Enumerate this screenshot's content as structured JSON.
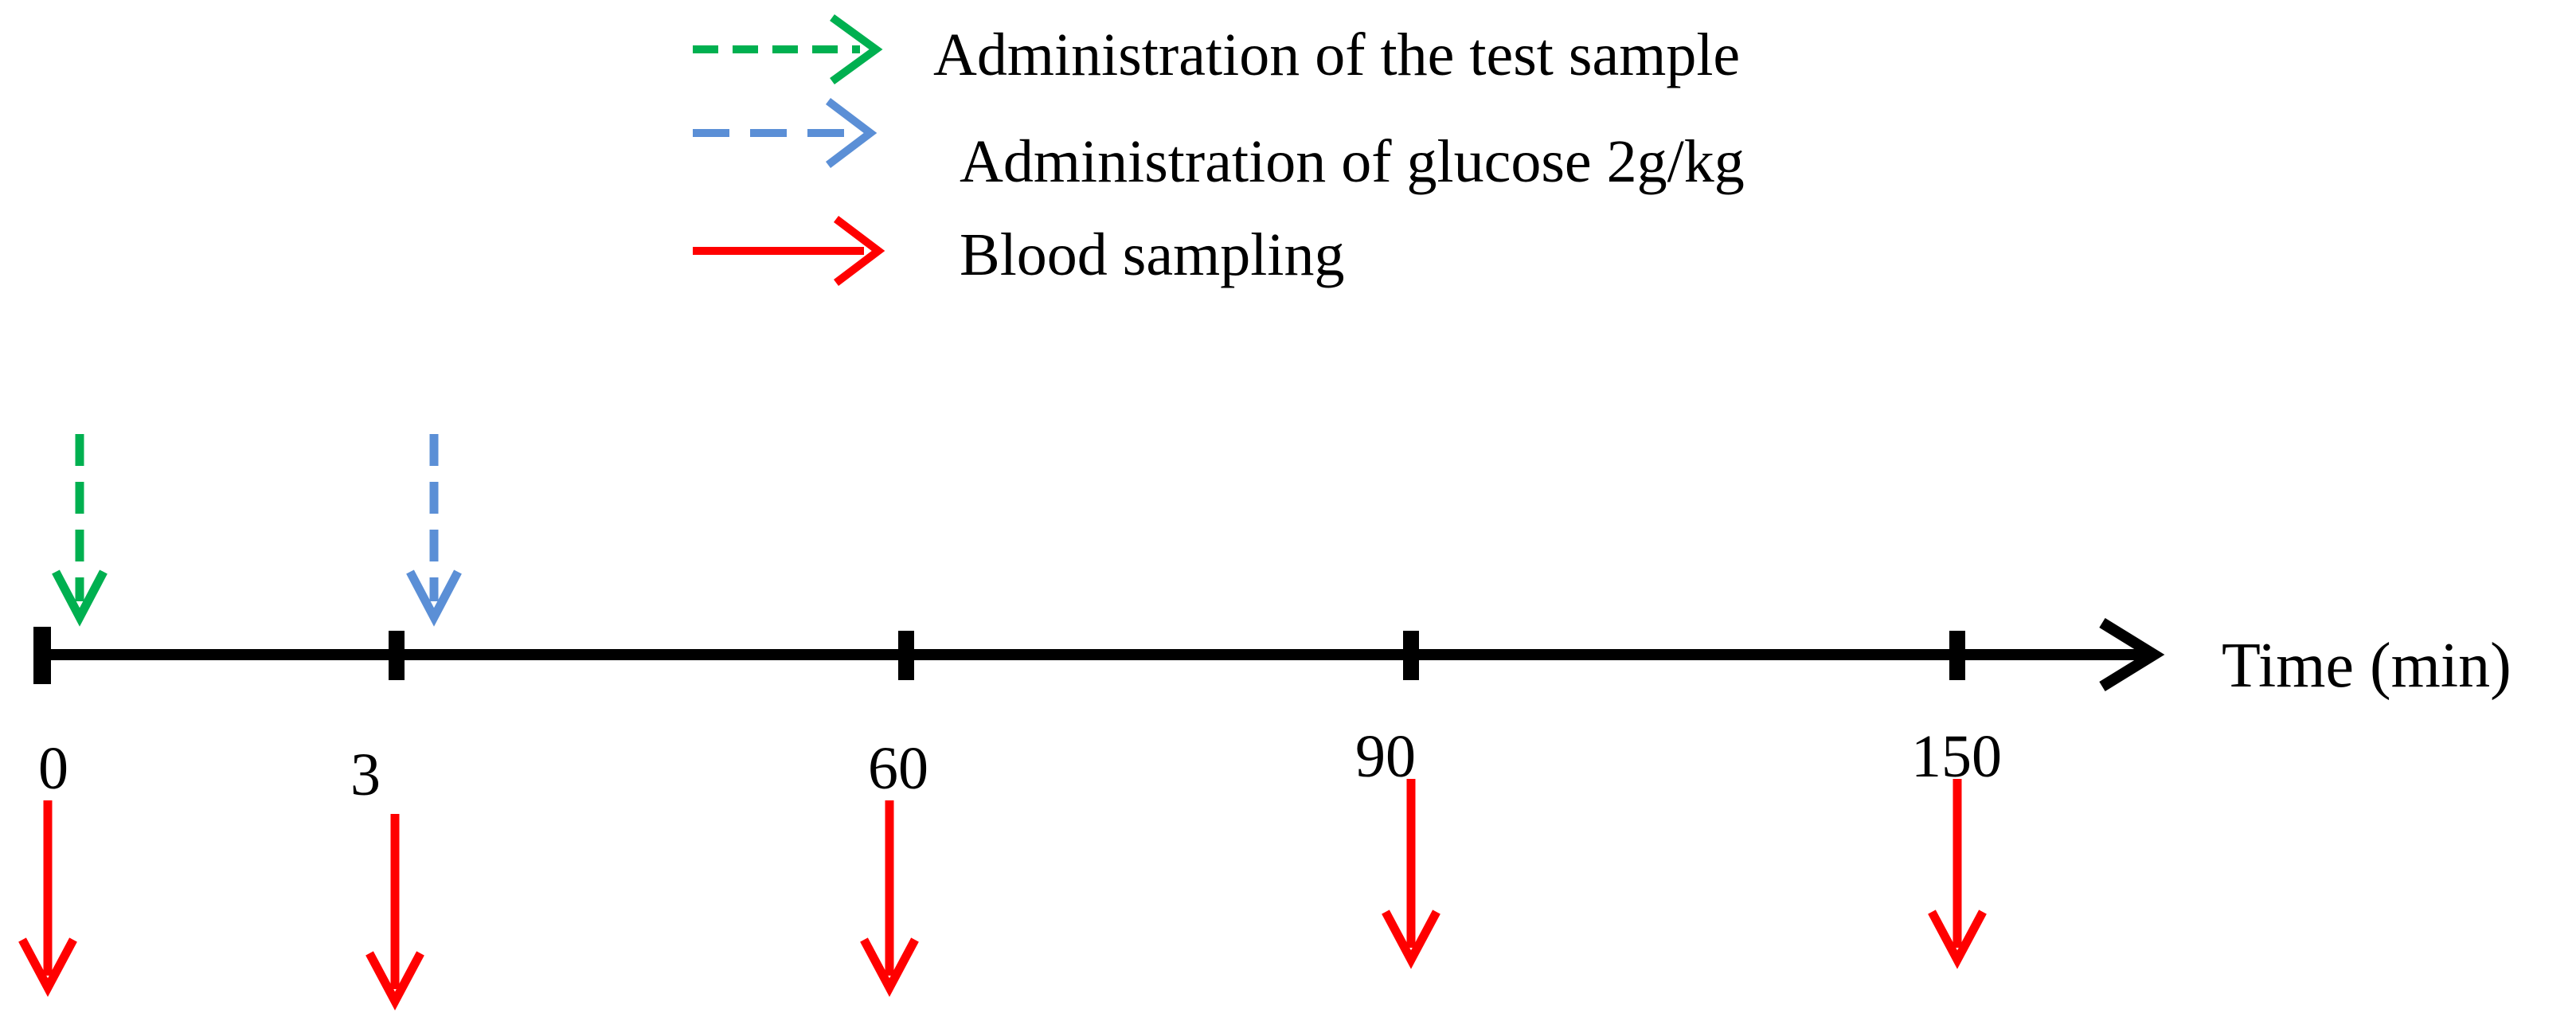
{
  "legend": {
    "items": [
      {
        "label": "Administration of the test sample",
        "color": "#00b050",
        "style": "dashed",
        "icon": "green-dashed-arrow-icon"
      },
      {
        "label": "Administration of glucose 2g/kg",
        "color": "#5b8fd6",
        "style": "dashed",
        "icon": "blue-dashed-arrow-icon"
      },
      {
        "label": "Blood sampling",
        "color": "#ff0000",
        "style": "solid",
        "icon": "red-solid-arrow-icon"
      }
    ]
  },
  "timeline": {
    "axis_title": "Time (min)",
    "axis_color": "#000000",
    "ticks": [
      "0",
      "3",
      "60",
      "90",
      "150"
    ],
    "events": [
      {
        "type": "test-sample",
        "at_tick": "0",
        "color": "#00b050"
      },
      {
        "type": "glucose",
        "at_tick": "3",
        "color": "#5b8fd6"
      }
    ],
    "blood_sampling_ticks": [
      "0",
      "3",
      "60",
      "90",
      "150"
    ],
    "blood_sampling_color": "#ff0000"
  }
}
